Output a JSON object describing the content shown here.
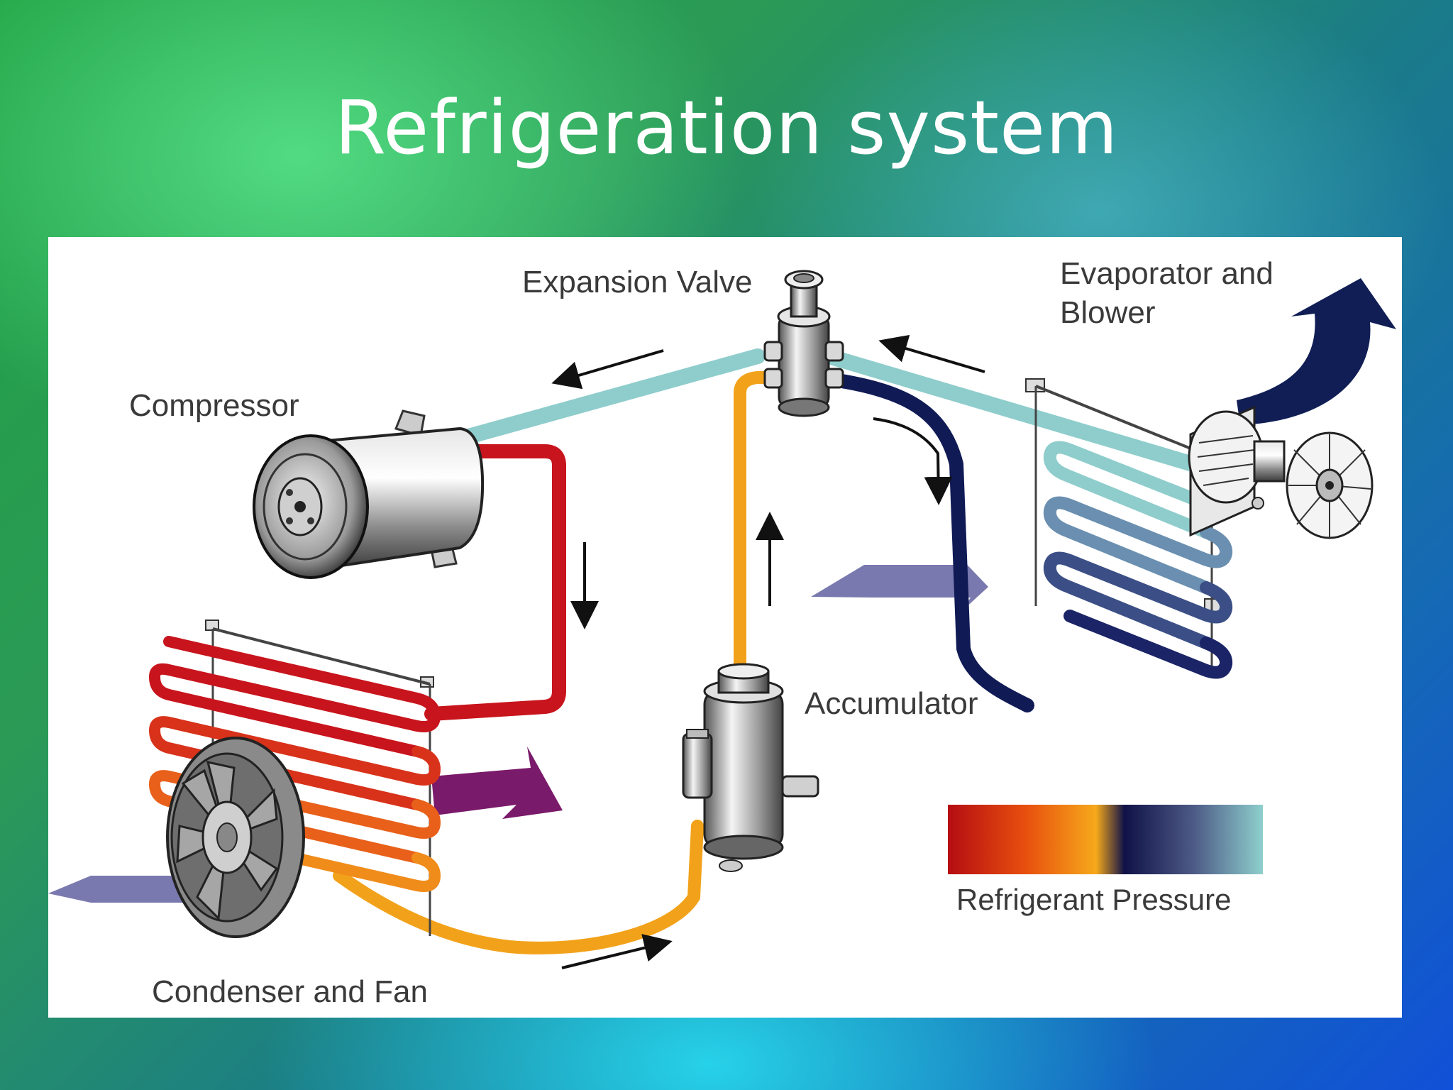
{
  "title": "Refrigeration system",
  "labels": {
    "expansion_valve": "Expansion Valve",
    "evaporator": "Evaporator and Blower",
    "compressor": "Compressor",
    "accumulator": "Accumulator",
    "condenser": "Condenser and Fan",
    "legend": "Refrigerant Pressure"
  },
  "colors": {
    "high_pressure_hot": "#c8141c",
    "high_pressure_warm": "#f2a21a",
    "low_pressure_cold": "#101a55",
    "low_pressure_cool": "#8ecdcc",
    "air_flow": "#6c6aa6",
    "warm_air": "#7a1a6a",
    "blower_air": "#101e55"
  },
  "legend_gradient": [
    "#b50d12",
    "#e8500e",
    "#f6a91b",
    "#101247",
    "#4d5a86",
    "#8ecfcd"
  ]
}
